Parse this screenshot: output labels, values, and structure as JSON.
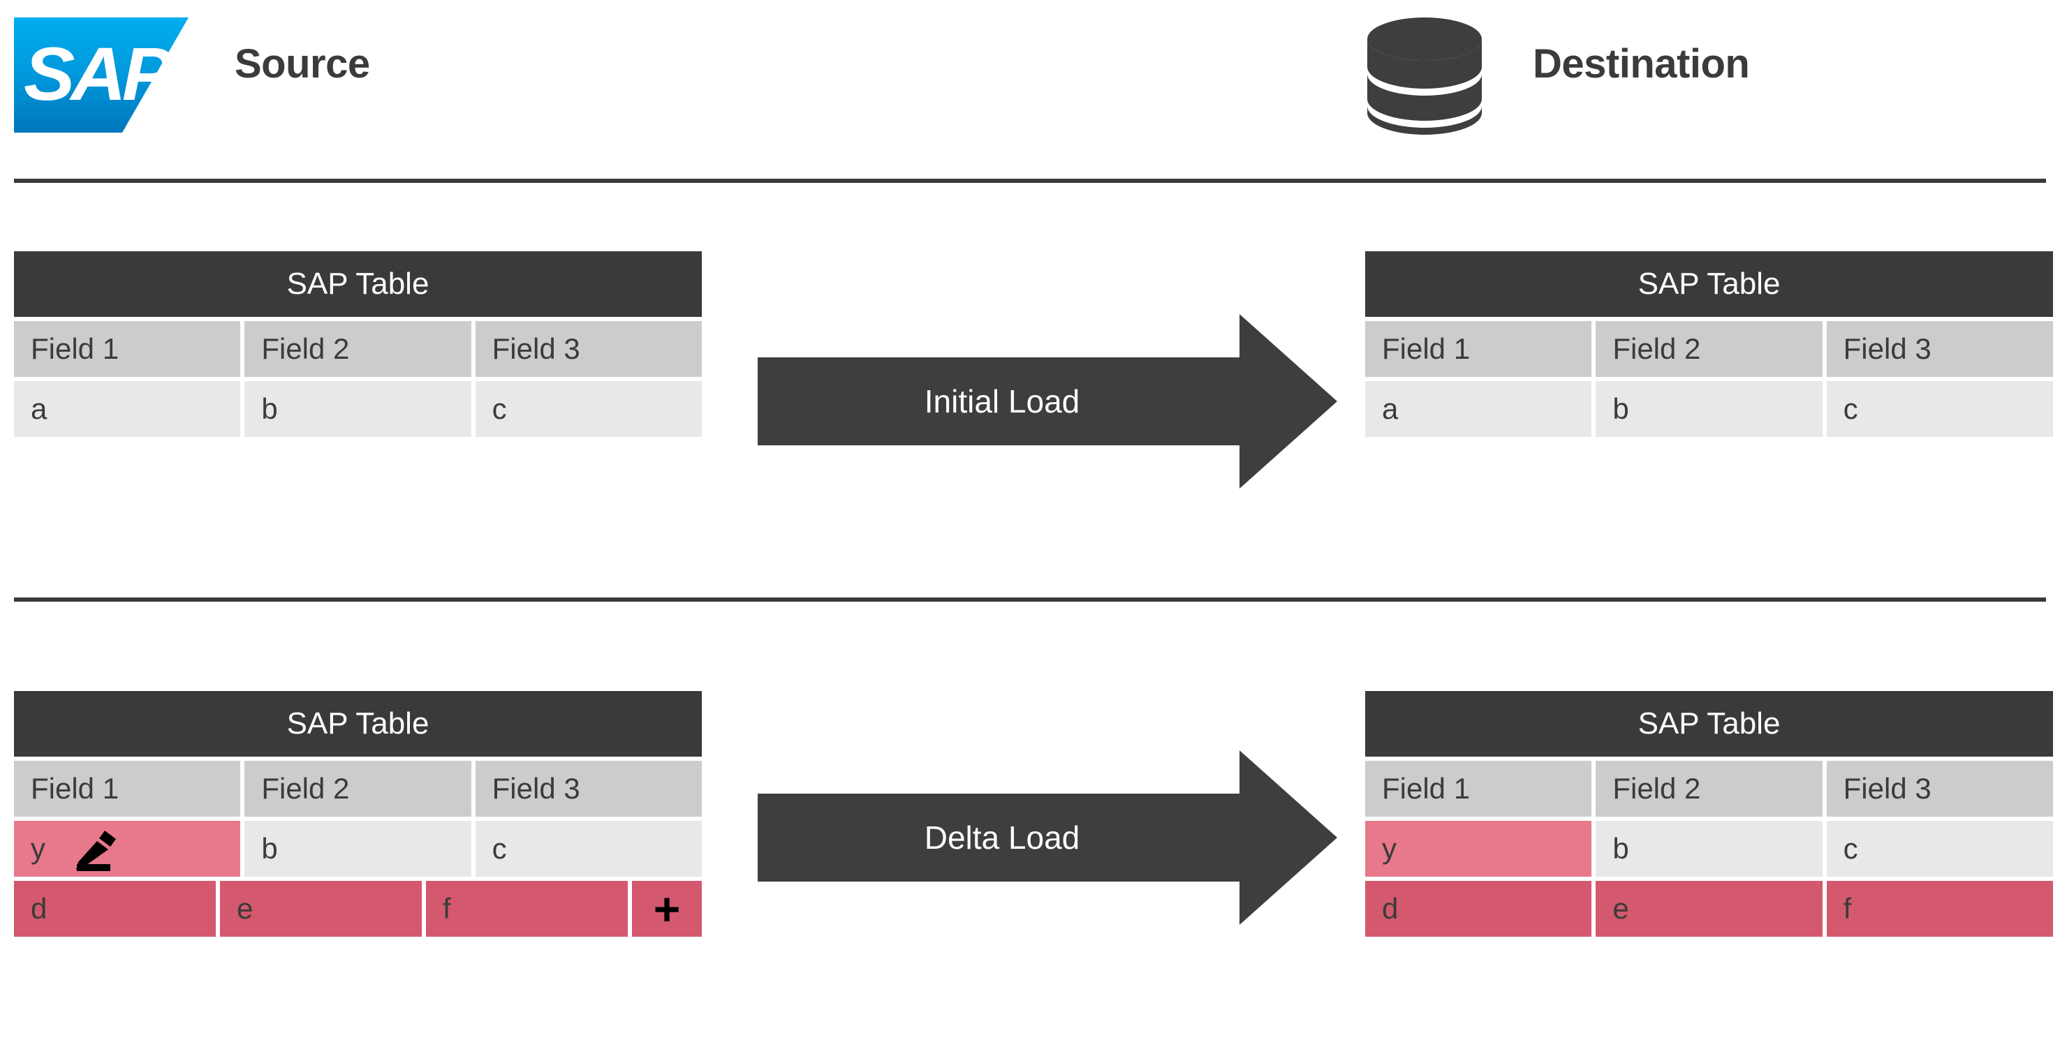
{
  "header": {
    "source": {
      "logo_text": "SAP",
      "logo_icon": "sap-logo",
      "title": "Source"
    },
    "destination": {
      "icon": "database-cylinder-icon",
      "title": "Destination"
    }
  },
  "colors": {
    "dark": "#3A3A3A",
    "header_cell": "#CCCCCC",
    "data_cell": "#E8E8E8",
    "highlight_light": "#E8788C",
    "highlight_dark": "#D4596E",
    "sap_blue_light": "#00AEEF",
    "sap_blue_dark": "#0077BE"
  },
  "sections": [
    {
      "name": "initial-load",
      "arrow_label": "Initial Load",
      "source_table": {
        "title": "SAP Table",
        "columns": [
          "Field 1",
          "Field 2",
          "Field 3"
        ],
        "rows": [
          {
            "cells": [
              "a",
              "b",
              "c"
            ],
            "highlight": [
              "none",
              "none",
              "none"
            ],
            "icons": [
              null,
              null,
              null
            ],
            "badge": null
          }
        ]
      },
      "destination_table": {
        "title": "SAP Table",
        "columns": [
          "Field 1",
          "Field 2",
          "Field 3"
        ],
        "rows": [
          {
            "cells": [
              "a",
              "b",
              "c"
            ],
            "highlight": [
              "none",
              "none",
              "none"
            ],
            "icons": [
              null,
              null,
              null
            ],
            "badge": null
          }
        ]
      }
    },
    {
      "name": "delta-load",
      "arrow_label": "Delta Load",
      "source_table": {
        "title": "SAP Table",
        "columns": [
          "Field 1",
          "Field 2",
          "Field 3"
        ],
        "rows": [
          {
            "cells": [
              "y",
              "b",
              "c"
            ],
            "highlight": [
              "light",
              "none",
              "none"
            ],
            "icons": [
              "pencil-edit-icon",
              null,
              null
            ],
            "badge": null
          },
          {
            "cells": [
              "d",
              "e",
              "f"
            ],
            "highlight": [
              "dark",
              "dark",
              "dark"
            ],
            "icons": [
              null,
              null,
              null
            ],
            "badge": "+"
          }
        ]
      },
      "destination_table": {
        "title": "SAP Table",
        "columns": [
          "Field 1",
          "Field 2",
          "Field 3"
        ],
        "rows": [
          {
            "cells": [
              "y",
              "b",
              "c"
            ],
            "highlight": [
              "light",
              "none",
              "none"
            ],
            "icons": [
              null,
              null,
              null
            ],
            "badge": null
          },
          {
            "cells": [
              "d",
              "e",
              "f"
            ],
            "highlight": [
              "dark",
              "dark",
              "dark"
            ],
            "icons": [
              null,
              null,
              null
            ],
            "badge": null
          }
        ]
      }
    }
  ]
}
